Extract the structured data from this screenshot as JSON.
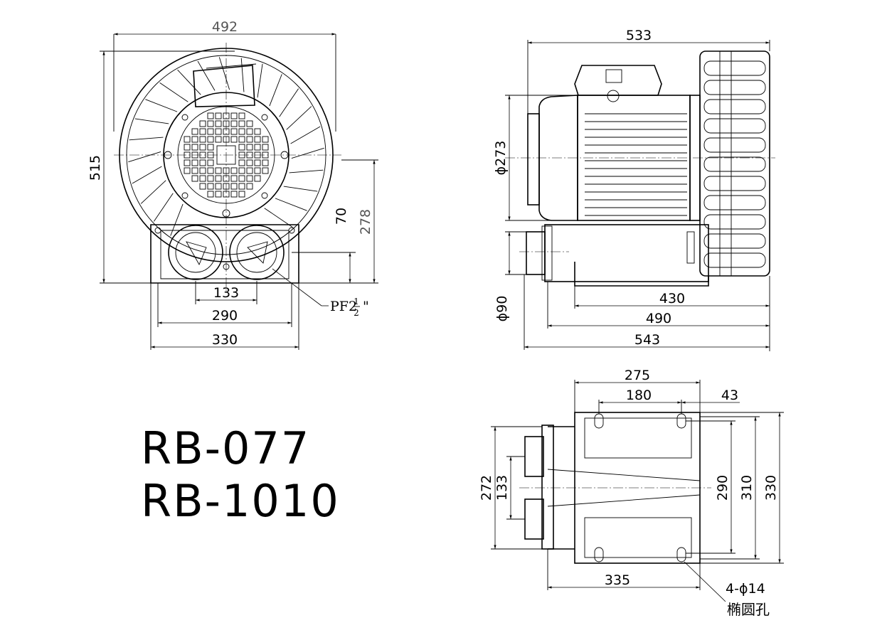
{
  "models": [
    "RB-077",
    "RB-1010"
  ],
  "front_view": {
    "width_overall": "492",
    "height_overall": "515",
    "outlet_height": "70",
    "center_height": "278",
    "port_spacing": "133",
    "foot_spacing": "290",
    "base_width": "330",
    "port_thread": "PF2",
    "port_thread_fraction_num": "1",
    "port_thread_fraction_den": "2",
    "port_thread_suffix": "\""
  },
  "side_view": {
    "length_overall_top": "533",
    "motor_diameter": "ϕ273",
    "port_diameter": "ϕ90",
    "base_length_430": "430",
    "base_length_490": "490",
    "length_overall_bottom": "543"
  },
  "base_view": {
    "width_275": "275",
    "hole_spacing_180": "180",
    "offset_43": "43",
    "span_272": "272",
    "port_spacing_133": "133",
    "hole_spacing_290": "290",
    "span_310": "310",
    "span_330": "330",
    "length_335": "335",
    "hole_spec": "4-ϕ14",
    "hole_note": "椭圆孔"
  }
}
